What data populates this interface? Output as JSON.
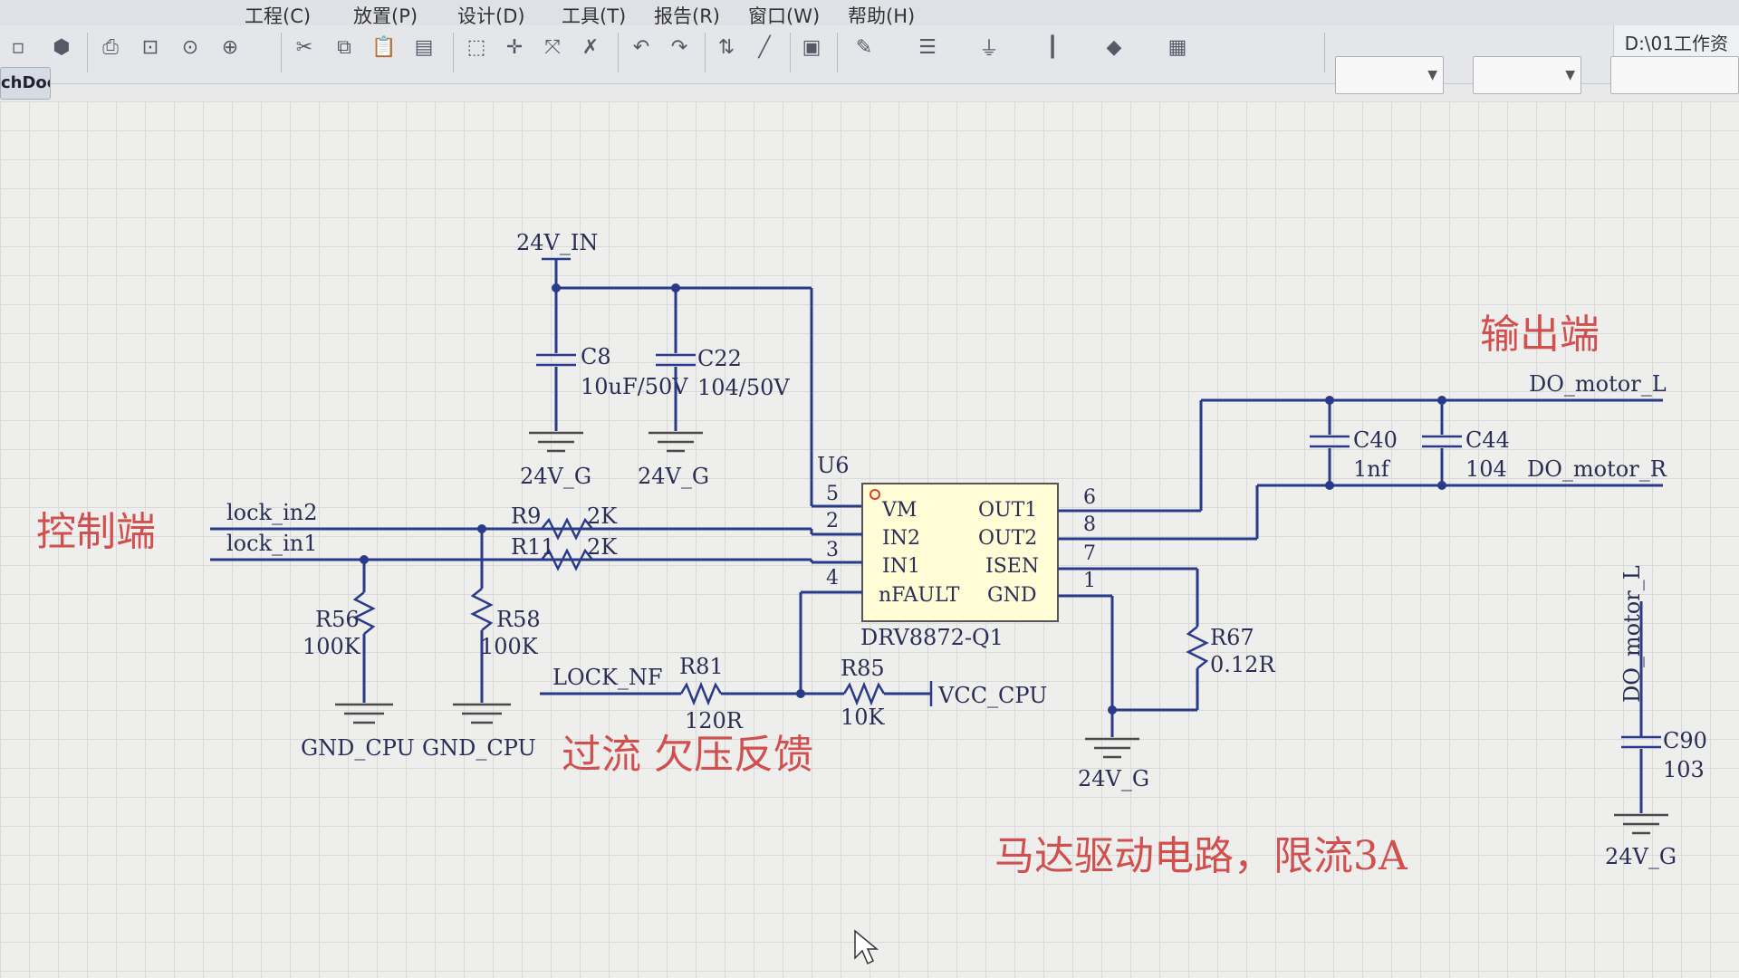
{
  "menu": {
    "items": [
      "工程(C)",
      "放置(P)",
      "设计(D)",
      "工具(T)",
      "报告(R)",
      "窗口(W)",
      "帮助(H)"
    ]
  },
  "toolbar": {
    "path": "D:\\01工作资",
    "icons": [
      "new-icon",
      "open-icon",
      "print-icon",
      "zoom-fit-icon",
      "zoom-area-icon",
      "zoom-in-icon",
      "zoom-out-icon",
      "cut-icon",
      "copy-icon",
      "paste-icon",
      "paste-special-icon",
      "select-rect-icon",
      "move-icon",
      "cross-icon",
      "clear-icon",
      "undo-icon",
      "redo-icon",
      "hierarchy-icon",
      "probe-icon",
      "compile-icon",
      "net-icon",
      "bus-icon",
      "ground-icon",
      "port-icon",
      "power-icon",
      "grid-icon"
    ]
  },
  "tab": {
    "label": "chDoc"
  },
  "schematic": {
    "power_in": "24V_IN",
    "caps": {
      "c8_ref": "C8",
      "c8_val": "10uF/50V",
      "c22_ref": "C22",
      "c22_val": "104/50V",
      "c40_ref": "C40",
      "c40_val": "1nf",
      "c44_ref": "C44",
      "c44_val": "104",
      "c90_ref": "C90",
      "c90_val": "103"
    },
    "grounds": {
      "g24": "24V_G",
      "gcpu": "GND_CPU"
    },
    "ic": {
      "ref": "U6",
      "part": "DRV8872-Q1",
      "left_pins": [
        {
          "num": "5",
          "name": "VM"
        },
        {
          "num": "2",
          "name": "IN2"
        },
        {
          "num": "3",
          "name": "IN1"
        },
        {
          "num": "4",
          "name": "nFAULT"
        }
      ],
      "right_pins": [
        {
          "num": "6",
          "name": "OUT1"
        },
        {
          "num": "8",
          "name": "OUT2"
        },
        {
          "num": "7",
          "name": "ISEN"
        },
        {
          "num": "1",
          "name": "GND"
        }
      ]
    },
    "resistors": {
      "r9_ref": "R9",
      "r9_val": "2K",
      "r11_ref": "R11",
      "r11_val": "2K",
      "r56_ref": "R56",
      "r56_val": "100K",
      "r58_ref": "R58",
      "r58_val": "100K",
      "r81_ref": "R81",
      "r81_val": "120R",
      "r85_ref": "R85",
      "r85_val": "10K",
      "r67_ref": "R67",
      "r67_val": "0.12R"
    },
    "nets": {
      "lock_in2": "lock_in2",
      "lock_in1": "lock_in1",
      "lock_nf": "LOCK_NF",
      "vcc_cpu": "VCC_CPU",
      "motor_l": "DO_motor_L",
      "motor_r": "DO_motor_R"
    },
    "notes": {
      "control": "控制端",
      "output": "输出端",
      "feedback": "过流 欠压反馈",
      "title": "马达驱动电路，限流3A"
    }
  }
}
